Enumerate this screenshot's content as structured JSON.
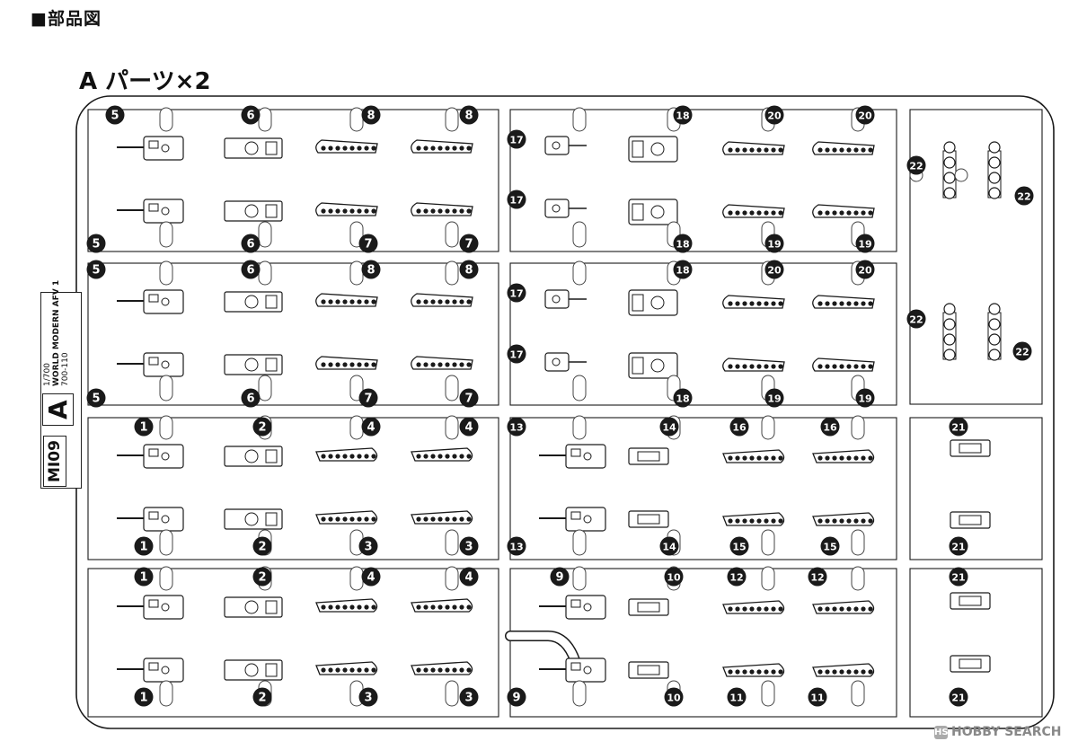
{
  "header": {
    "title": "■部品図",
    "subtitle": "A パーツ×2"
  },
  "sprue_label": {
    "scale": "1/700",
    "series": "WORLD MODERN AFV 1",
    "code": "700-110",
    "letter": "A",
    "box_id": "MI09"
  },
  "watermark": "HOBBY SEARCH",
  "part_numbers": [
    "5",
    "6",
    "8",
    "8",
    "5",
    "6",
    "7",
    "7",
    "17",
    "18",
    "20",
    "20",
    "17",
    "18",
    "19",
    "19",
    "22",
    "22",
    "5",
    "6",
    "8",
    "8",
    "5",
    "6",
    "7",
    "7",
    "17",
    "18",
    "20",
    "20",
    "17",
    "18",
    "19",
    "19",
    "22",
    "22",
    "1",
    "2",
    "4",
    "4",
    "1",
    "2",
    "3",
    "3",
    "13",
    "14",
    "16",
    "16",
    "13",
    "14",
    "15",
    "15",
    "21",
    "21",
    "1",
    "2",
    "4",
    "4",
    "1",
    "2",
    "3",
    "3",
    "9",
    "10",
    "12",
    "12",
    "9",
    "10",
    "11",
    "11",
    "21",
    "21"
  ],
  "colors": {
    "ink": "#1a1a1a",
    "line": "#444444",
    "background": "#ffffff"
  }
}
